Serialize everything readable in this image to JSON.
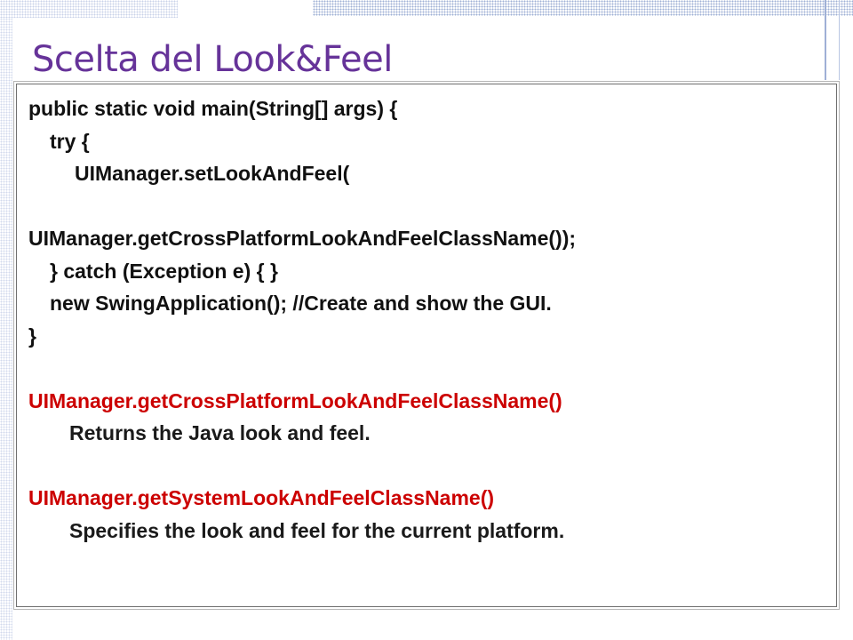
{
  "slide": {
    "title": "Scelta del Look&Feel",
    "colors": {
      "title": "#663399",
      "code": "#111111",
      "method_highlight": "#cc0000",
      "frame_border": "#6f6f6f",
      "dot_pattern": "#9fb0d6"
    }
  },
  "code": {
    "main_signature": "public static void main(String[] args) {",
    "try_open": "try {",
    "set_laf_call": "UIManager.setLookAndFeel(",
    "cross_platform_arg": "UIManager.getCrossPlatformLookAndFeelClassName());",
    "catch_clause": "} catch (Exception e) { }",
    "new_app": "new SwingApplication(); //Create and show the GUI.",
    "close_brace": "}"
  },
  "notes": [
    {
      "method": "UIManager.getCrossPlatformLookAndFeelClassName()",
      "description": "Returns the Java look and feel."
    },
    {
      "method": "UIManager.getSystemLookAndFeelClassName()",
      "description": "Specifies the look and feel for the current platform."
    }
  ]
}
